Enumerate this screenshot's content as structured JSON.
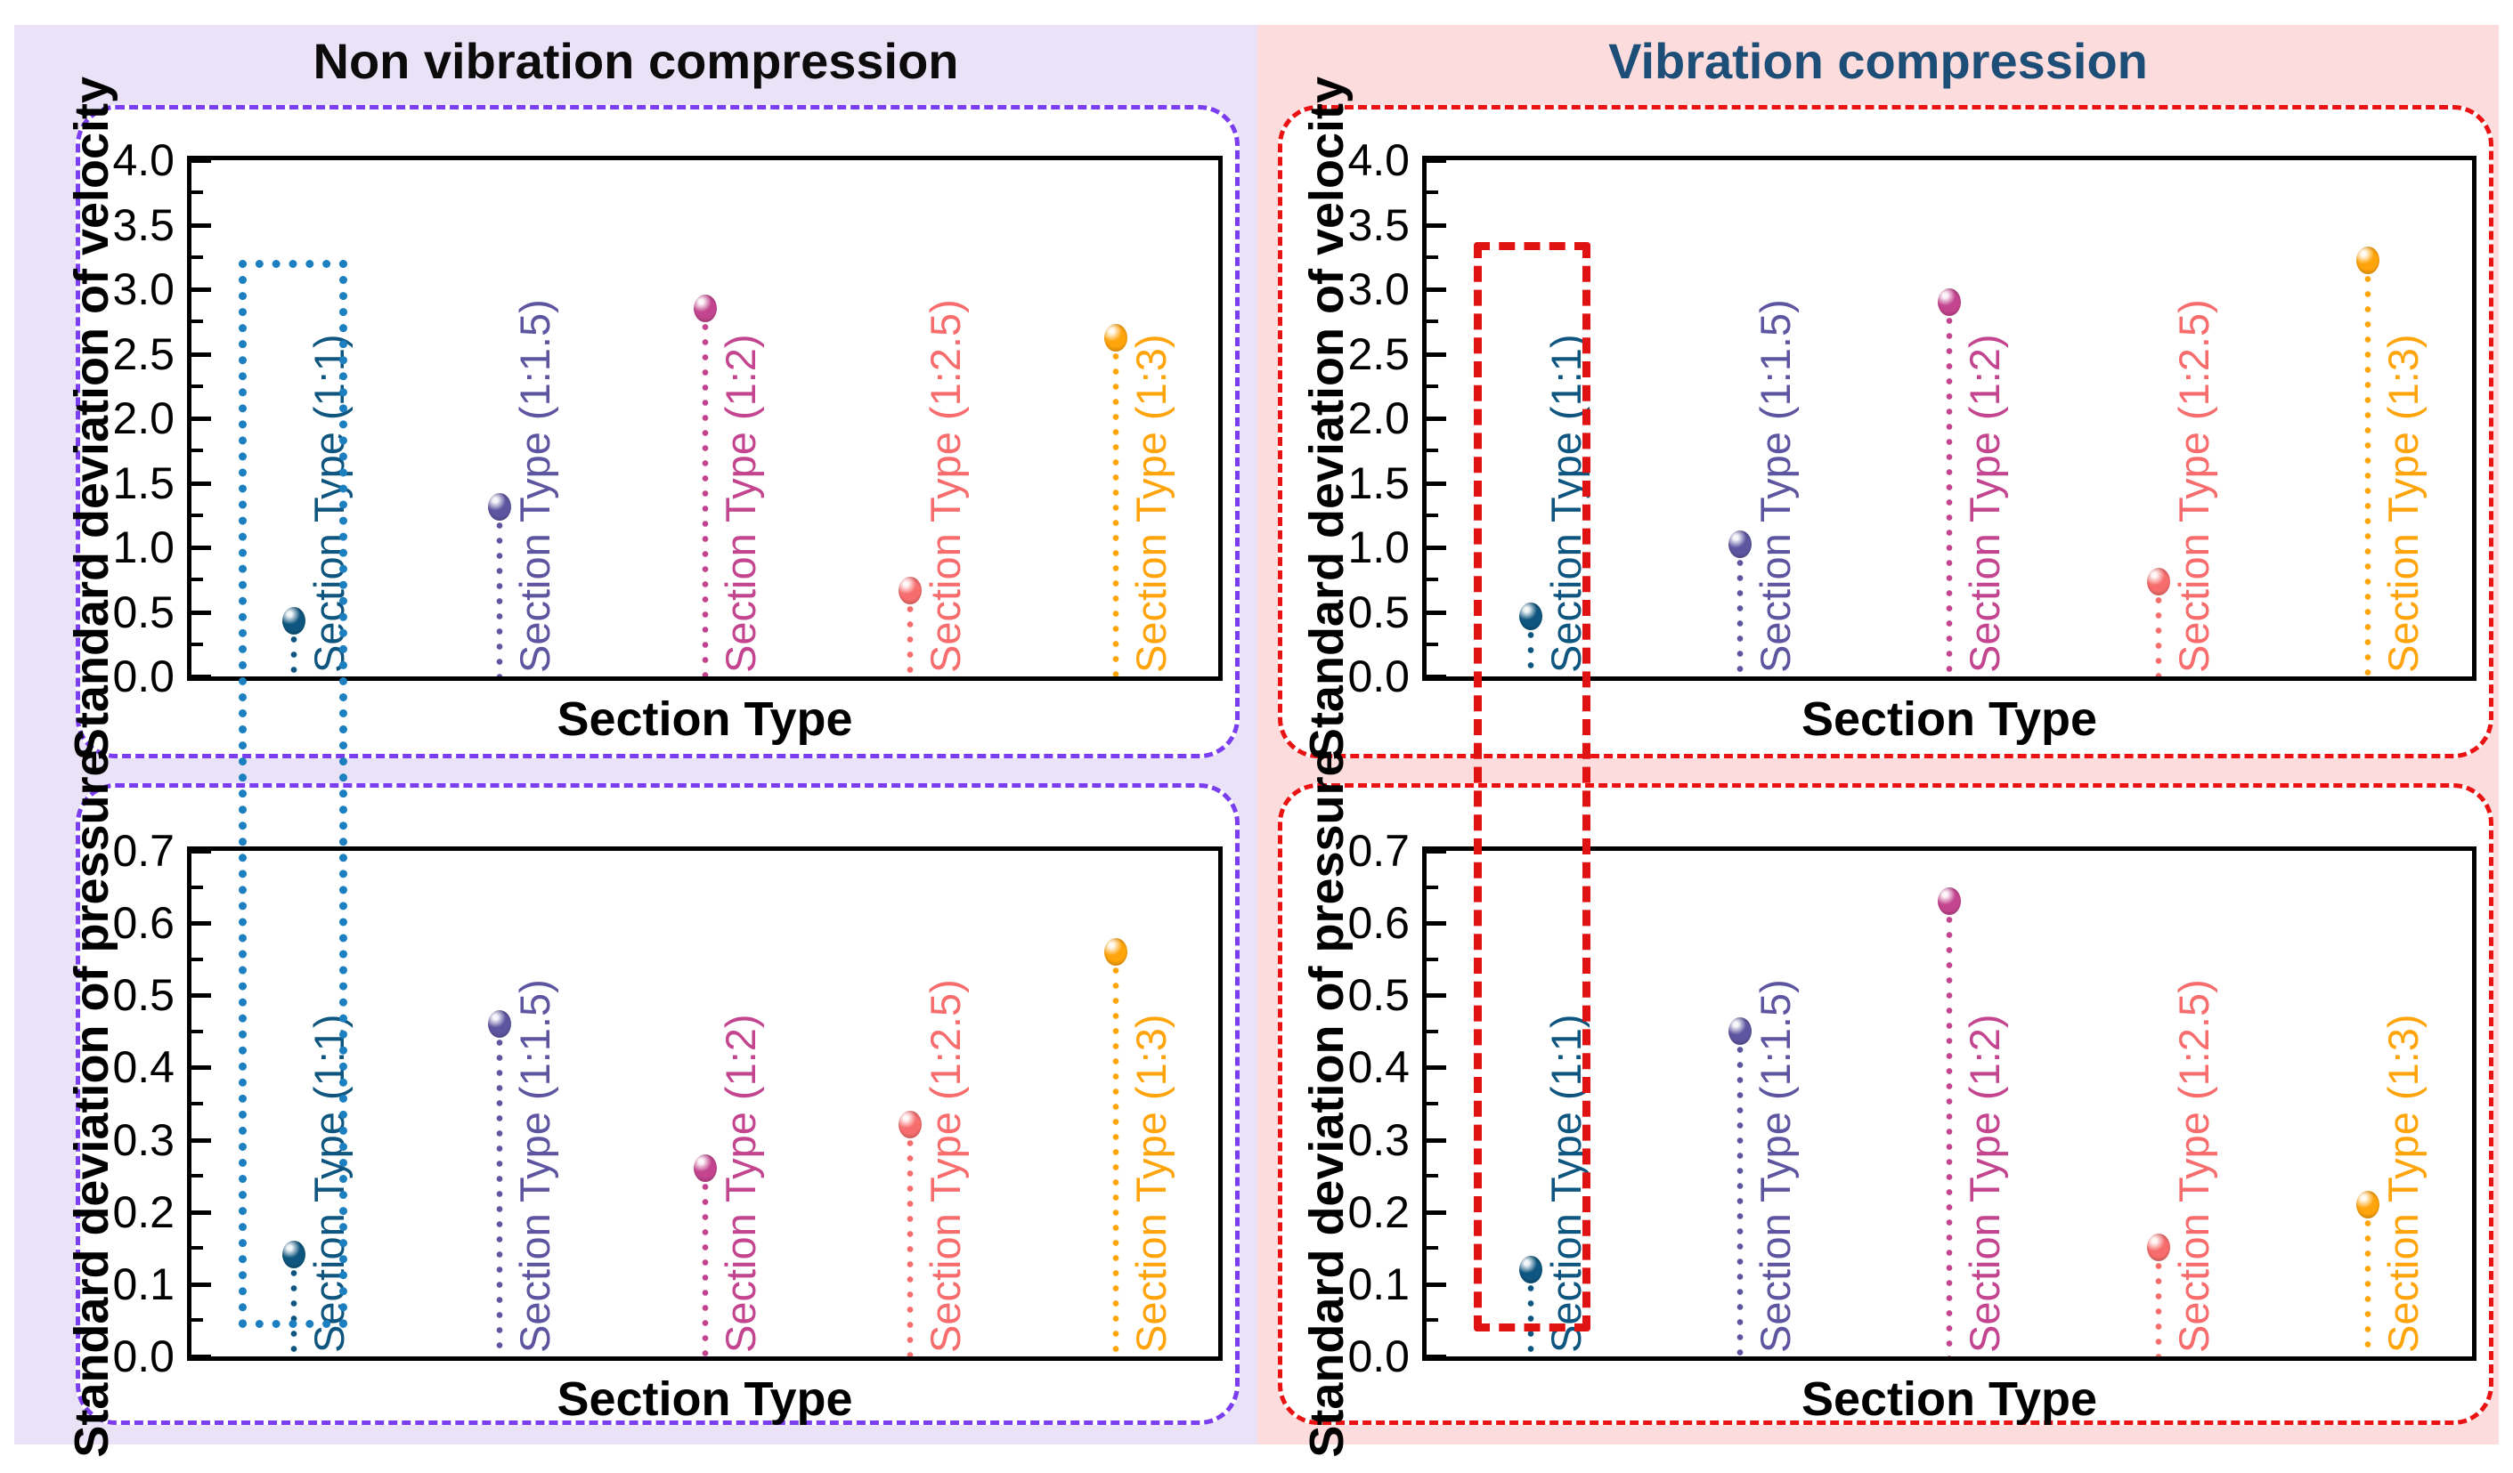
{
  "figure": {
    "groups": [
      {
        "title": "Non vibration compression",
        "title_color": "#0b0b0b",
        "background_color": "#eae2f7",
        "panel_border_color": "#7a3df0",
        "panel_border_style": "dashed",
        "highlight": {
          "target_series": "Section Type (1:1)",
          "border_color": "#1b7fc0",
          "border_style": "dotted"
        }
      },
      {
        "title": "Vibration compression",
        "title_color": "#1c4e78",
        "background_color": "#fcdcdc",
        "panel_border_color": "#ea1212",
        "panel_border_style": "dashed",
        "highlight": {
          "target_series": "Section Type (1:1)",
          "border_color": "#e11212",
          "border_style": "dashed"
        }
      }
    ]
  },
  "chart_data": [
    {
      "id": "non_vibration_velocity",
      "type": "scatter",
      "subtype": "lollipop",
      "group": "Non vibration compression",
      "xlabel": "Section Type",
      "ylabel": "Standard deviation of velocity",
      "ylim": [
        0,
        4.0
      ],
      "ytick_step": 0.5,
      "ytick_labels": [
        "0.0",
        "0.5",
        "1.0",
        "1.5",
        "2.0",
        "2.5",
        "3.0",
        "3.5",
        "4.0"
      ],
      "categories": [
        "Section Type (1:1)",
        "Section Type (1:1.5)",
        "Section Type (1:2)",
        "Section Type (1:2.5)",
        "Section Type (1:3)"
      ],
      "values": [
        0.43,
        1.31,
        2.85,
        0.66,
        2.62
      ],
      "colors": [
        "#0e567f",
        "#5e55a0",
        "#c4458f",
        "#f76d6d",
        "#ffa40a"
      ],
      "grid": false,
      "legend": false
    },
    {
      "id": "non_vibration_pressure",
      "type": "scatter",
      "subtype": "lollipop",
      "group": "Non vibration compression",
      "xlabel": "Section Type",
      "ylabel": "Standard deviation of pressure",
      "ylim": [
        0,
        0.7
      ],
      "ytick_step": 0.1,
      "ytick_labels": [
        "0.0",
        "0.1",
        "0.2",
        "0.3",
        "0.4",
        "0.5",
        "0.6",
        "0.7"
      ],
      "categories": [
        "Section Type (1:1)",
        "Section Type (1:1.5)",
        "Section Type (1:2)",
        "Section Type (1:2.5)",
        "Section Type (1:3)"
      ],
      "values": [
        0.14,
        0.46,
        0.26,
        0.32,
        0.56
      ],
      "colors": [
        "#0e567f",
        "#5e55a0",
        "#c4458f",
        "#f76d6d",
        "#ffa40a"
      ],
      "grid": false,
      "legend": false
    },
    {
      "id": "vibration_velocity",
      "type": "scatter",
      "subtype": "lollipop",
      "group": "Vibration compression",
      "xlabel": "Section Type",
      "ylabel": "Standard deviation of velocity",
      "ylim": [
        0,
        4.0
      ],
      "ytick_step": 0.5,
      "ytick_labels": [
        "0.0",
        "0.5",
        "1.0",
        "1.5",
        "2.0",
        "2.5",
        "3.0",
        "3.5",
        "4.0"
      ],
      "categories": [
        "Section Type (1:1)",
        "Section Type (1:1.5)",
        "Section Type (1:2)",
        "Section Type (1:2.5)",
        "Section Type (1:3)"
      ],
      "values": [
        0.46,
        1.02,
        2.9,
        0.73,
        3.22
      ],
      "colors": [
        "#0e567f",
        "#5e55a0",
        "#c4458f",
        "#f76d6d",
        "#ffa40a"
      ],
      "grid": false,
      "legend": false
    },
    {
      "id": "vibration_pressure",
      "type": "scatter",
      "subtype": "lollipop",
      "group": "Vibration compression",
      "xlabel": "Section Type",
      "ylabel": "Standard deviation of pressure",
      "ylim": [
        0,
        0.7
      ],
      "ytick_step": 0.1,
      "ytick_labels": [
        "0.0",
        "0.1",
        "0.2",
        "0.3",
        "0.4",
        "0.5",
        "0.6",
        "0.7"
      ],
      "categories": [
        "Section Type (1:1)",
        "Section Type (1:1.5)",
        "Section Type (1:2)",
        "Section Type (1:2.5)",
        "Section Type (1:3)"
      ],
      "values": [
        0.12,
        0.45,
        0.63,
        0.15,
        0.21
      ],
      "colors": [
        "#0e567f",
        "#5e55a0",
        "#c4458f",
        "#f76d6d",
        "#ffa40a"
      ],
      "grid": false,
      "legend": false
    }
  ]
}
